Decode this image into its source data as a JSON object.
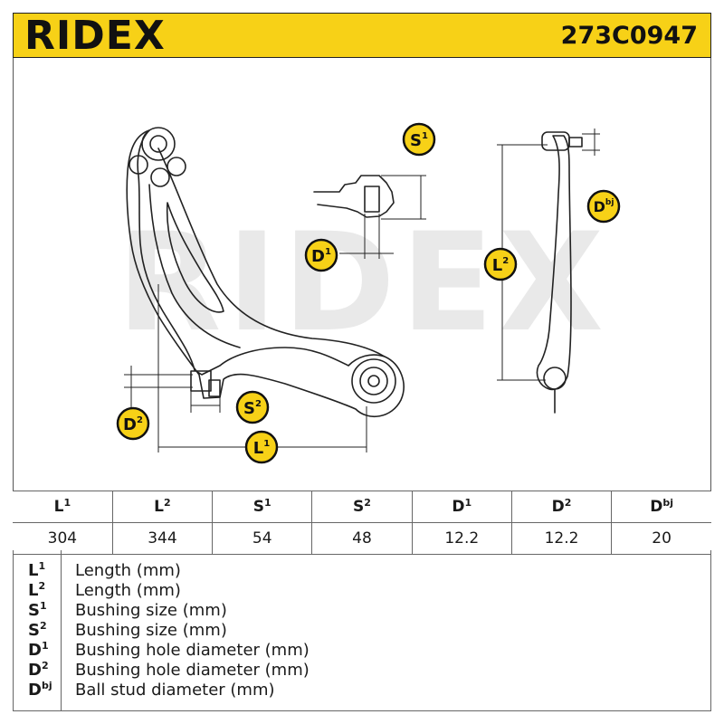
{
  "header": {
    "brand": "RIDEX",
    "part_number": "273C0947"
  },
  "drawing": {
    "watermark": "RIDEX",
    "labels": {
      "s1": {
        "letter": "S",
        "sub": "1"
      },
      "s2": {
        "letter": "S",
        "sub": "2"
      },
      "d1": {
        "letter": "D",
        "sub": "1"
      },
      "d2": {
        "letter": "D",
        "sub": "2"
      },
      "l1": {
        "letter": "L",
        "sub": "1"
      },
      "l2": {
        "letter": "L",
        "sub": "2"
      },
      "dbj": {
        "letter": "D",
        "sub": "bj"
      }
    },
    "colors": {
      "badge": "#f7d117",
      "badge_text": "#111111",
      "watermark": "#e9e9e9",
      "line": "#222222"
    }
  },
  "specs": {
    "headers": [
      {
        "letter": "L",
        "sub": "1"
      },
      {
        "letter": "L",
        "sub": "2"
      },
      {
        "letter": "S",
        "sub": "1"
      },
      {
        "letter": "S",
        "sub": "2"
      },
      {
        "letter": "D",
        "sub": "1"
      },
      {
        "letter": "D",
        "sub": "2"
      },
      {
        "letter": "D",
        "sub": "bj"
      }
    ],
    "values": [
      "304",
      "344",
      "54",
      "48",
      "12.2",
      "12.2",
      "20"
    ]
  },
  "legend": [
    {
      "letter": "L",
      "sub": "1",
      "desc": "Length (mm)"
    },
    {
      "letter": "L",
      "sub": "2",
      "desc": "Length (mm)"
    },
    {
      "letter": "S",
      "sub": "1",
      "desc": "Bushing size (mm)"
    },
    {
      "letter": "S",
      "sub": "2",
      "desc": "Bushing size (mm)"
    },
    {
      "letter": "D",
      "sub": "1",
      "desc": "Bushing hole diameter (mm)"
    },
    {
      "letter": "D",
      "sub": "2",
      "desc": "Bushing hole diameter (mm)"
    },
    {
      "letter": "D",
      "sub": "bj",
      "desc": "Ball stud diameter (mm)"
    }
  ]
}
